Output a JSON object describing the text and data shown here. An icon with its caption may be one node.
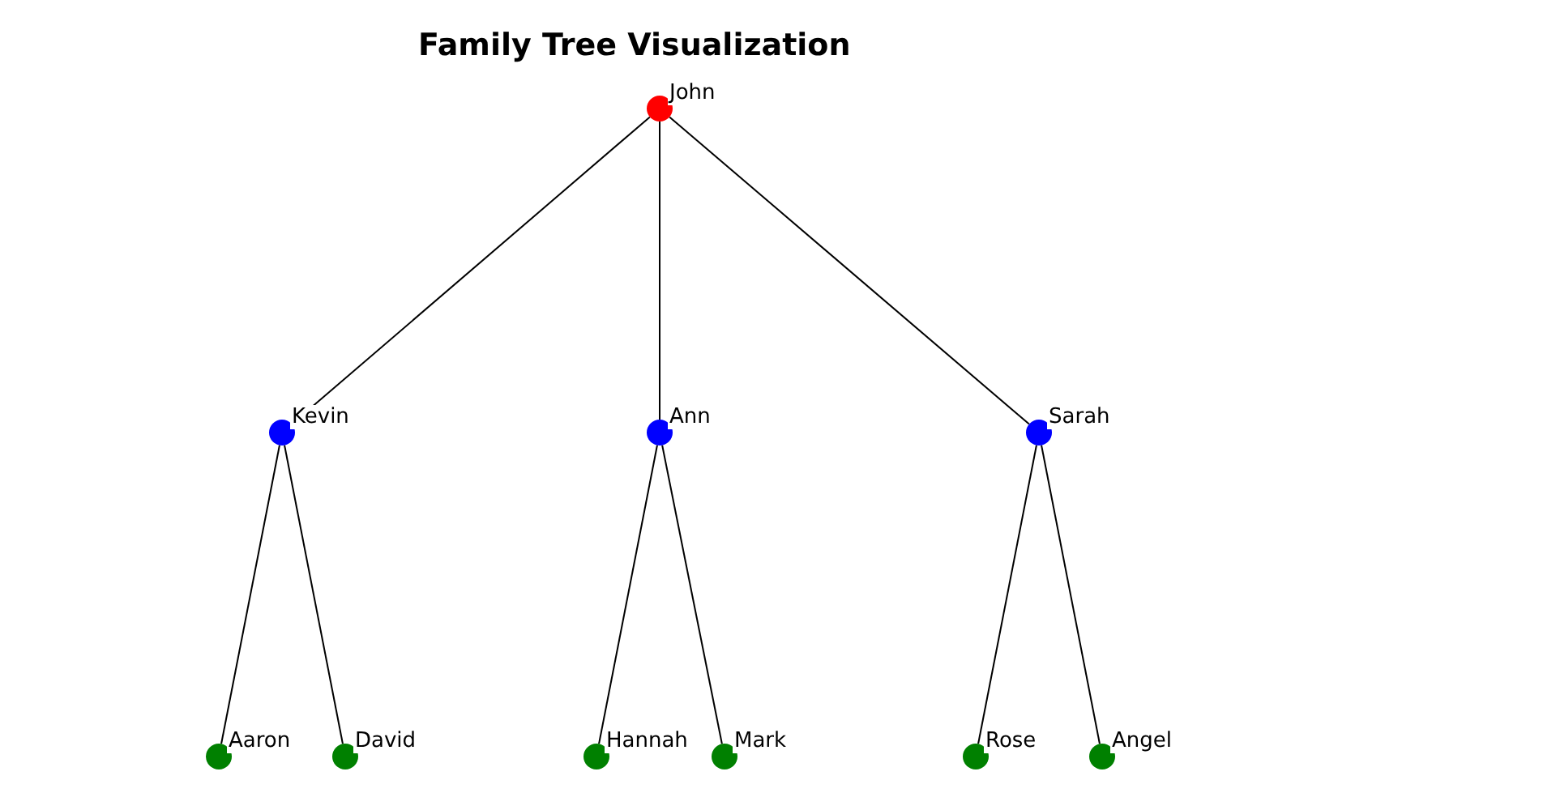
{
  "diagram": {
    "title": "Family Tree Visualization",
    "nodes": [
      {
        "text": [
          "John"
        ]
      },
      {
        "text": [
          "Kevin"
        ]
      },
      {
        "text": [
          "Ann"
        ]
      },
      {
        "text": [
          "Sarah"
        ]
      },
      {
        "text": [
          "Aaron"
        ]
      },
      {
        "text": [
          "David"
        ]
      },
      {
        "text": [
          "Hannah"
        ]
      },
      {
        "text": [
          "Mark"
        ]
      },
      {
        "text": [
          "Rose"
        ]
      },
      {
        "text": [
          "Angel"
        ]
      }
    ],
    "edges": [
      {
        "from": 0,
        "to": 1,
        "arrow": "none"
      },
      {
        "from": 0,
        "to": 2,
        "arrow": "none"
      },
      {
        "from": 0,
        "to": 3,
        "arrow": "none"
      },
      {
        "from": 1,
        "to": 4,
        "arrow": "none"
      },
      {
        "from": 1,
        "to": 5,
        "arrow": "none"
      },
      {
        "from": 2,
        "to": 6,
        "arrow": "none"
      },
      {
        "from": 2,
        "to": 7,
        "arrow": "none"
      },
      {
        "from": 3,
        "to": 8,
        "arrow": "none"
      },
      {
        "from": 3,
        "to": 9,
        "arrow": "none"
      }
    ]
  }
}
